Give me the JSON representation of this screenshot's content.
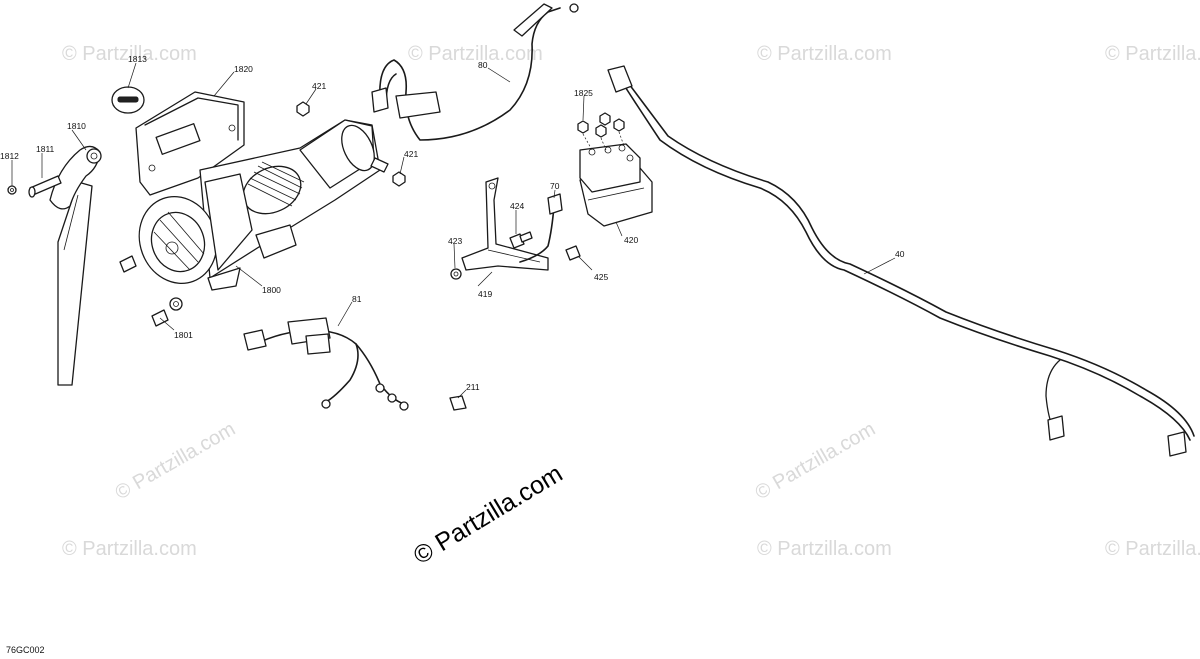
{
  "watermark": "© Partzilla.com",
  "main_watermark": "© Partzilla.com",
  "diagram_code": "76GC002",
  "callouts": {
    "c1812": "1812",
    "c1811": "1811",
    "c1810": "1810",
    "c1813": "1813",
    "c1820": "1820",
    "c421a": "421",
    "c421b": "421",
    "c80": "80",
    "c1825": "1825",
    "c70": "70",
    "c424": "424",
    "c423": "423",
    "c419": "419",
    "c425": "425",
    "c420": "420",
    "c40": "40",
    "c1800": "1800",
    "c1801": "1801",
    "c81": "81",
    "c211": "211"
  }
}
